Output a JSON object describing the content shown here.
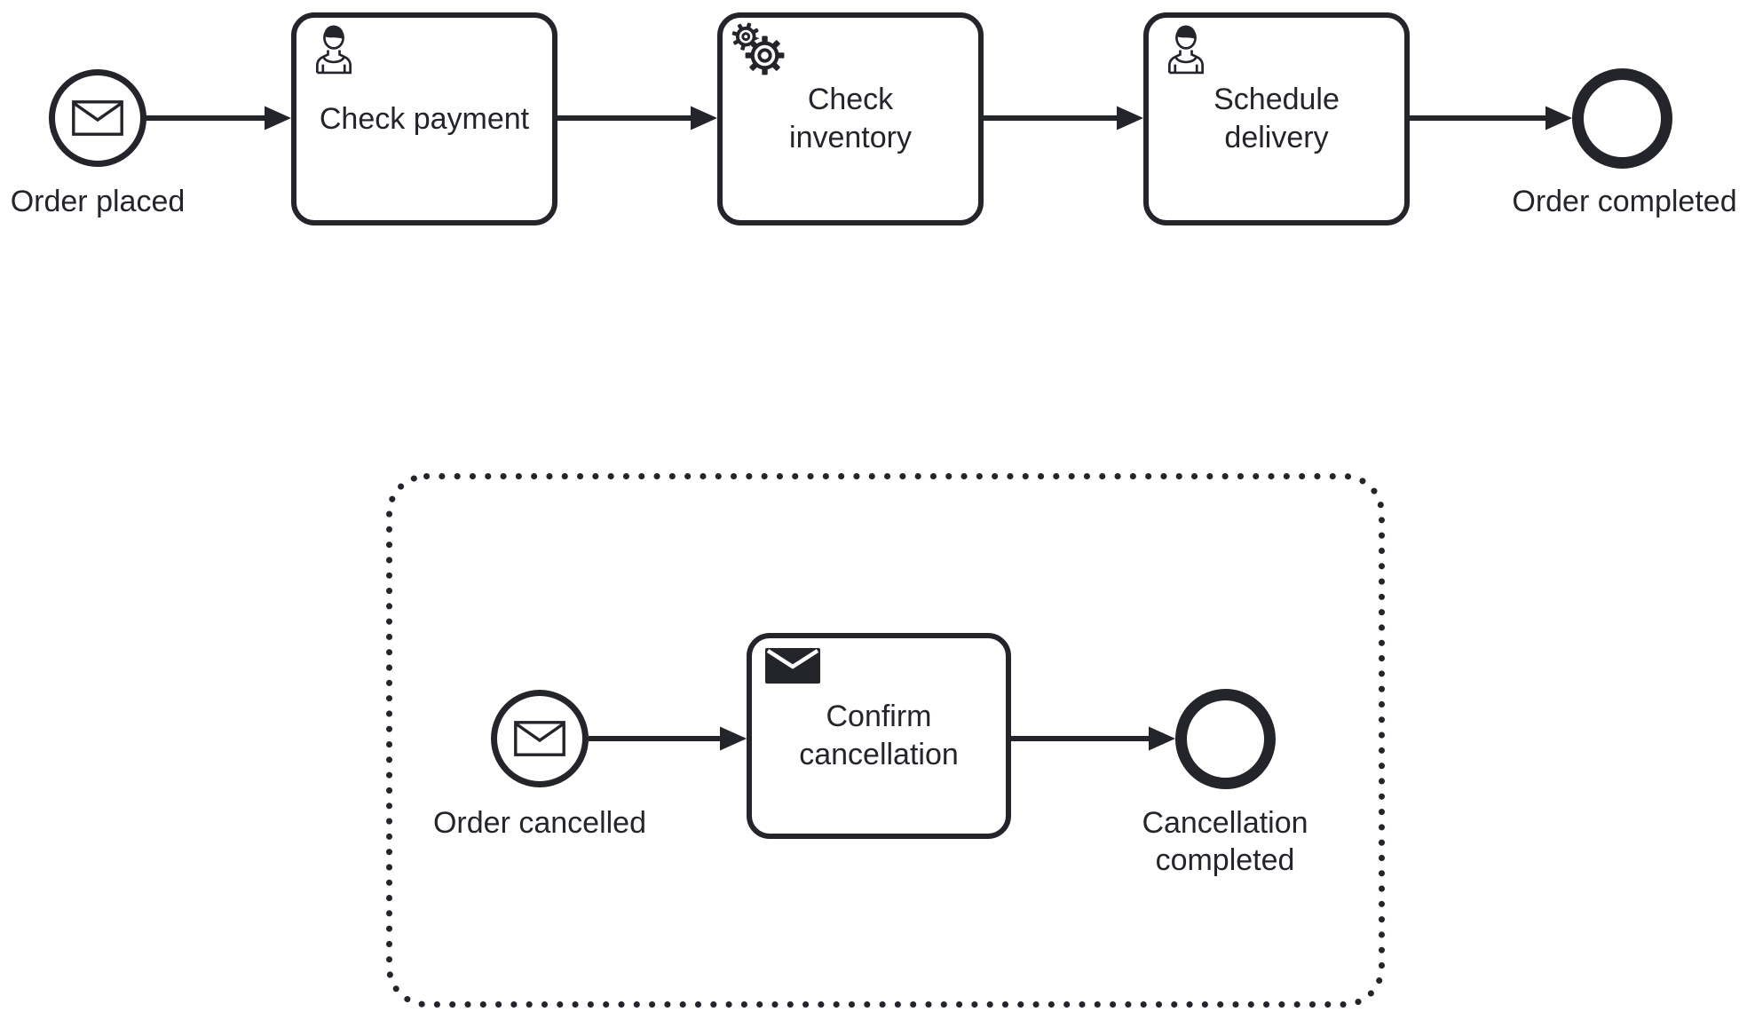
{
  "colors": {
    "ink": "#23252b",
    "background": "#ffffff"
  },
  "diagram_type": "BPMN process diagram",
  "main_process": {
    "start_event": {
      "label": "Order placed",
      "icon": "message-envelope-icon",
      "kind": "message start event"
    },
    "tasks": [
      {
        "label": "Check payment",
        "icon": "user-icon",
        "kind": "user task"
      },
      {
        "label": "Check\ninventory",
        "icon": "gears-icon",
        "kind": "service task"
      },
      {
        "label": "Schedule\ndelivery",
        "icon": "user-icon",
        "kind": "user task"
      }
    ],
    "end_event": {
      "label": "Order completed",
      "kind": "end event"
    }
  },
  "event_subprocess": {
    "kind": "event subprocess (dotted border)",
    "start_event": {
      "label": "Order cancelled",
      "icon": "message-envelope-icon",
      "kind": "message start event"
    },
    "tasks": [
      {
        "label": "Confirm\ncancellation",
        "icon": "filled-envelope-icon",
        "kind": "send task"
      }
    ],
    "end_event": {
      "label": "Cancellation\ncompleted",
      "kind": "end event"
    }
  }
}
